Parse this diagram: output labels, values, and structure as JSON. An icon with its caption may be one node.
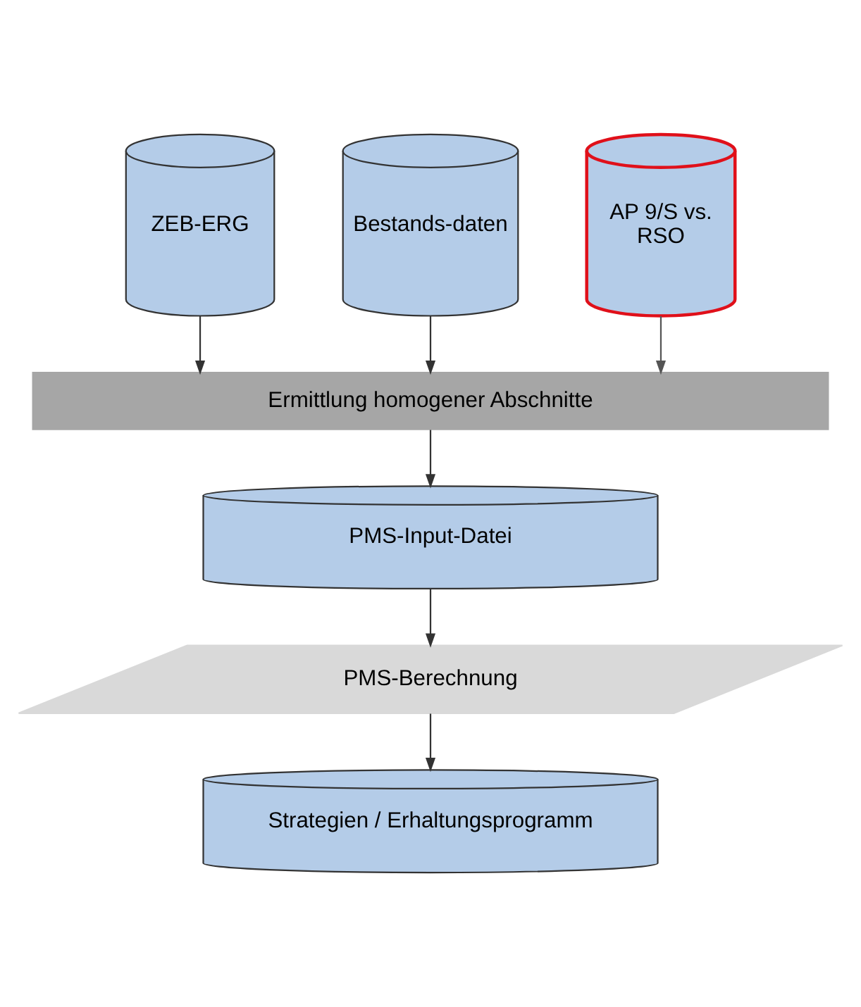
{
  "diagram": {
    "nodes": [
      {
        "text": [
          "ZEB-ERG"
        ]
      },
      {
        "text": [
          "Bestands-daten"
        ]
      },
      {
        "text": [
          "AP 9/S vs. RSO"
        ]
      },
      {
        "text": [
          "Ermittlung homogener Abschnitte"
        ]
      },
      {
        "text": [
          "PMS-Input-Datei"
        ]
      },
      {
        "text": [
          "PMS-Berechnung"
        ]
      },
      {
        "text": [
          "Strategien / Erhaltungsprogramm"
        ]
      }
    ],
    "edges": [
      {
        "from": 0,
        "to": 3,
        "arrow": "to"
      },
      {
        "from": 1,
        "to": 3,
        "arrow": "to"
      },
      {
        "from": 2,
        "to": 3,
        "arrow": "to",
        "color": "#555555"
      },
      {
        "from": 3,
        "to": 4,
        "arrow": "to"
      },
      {
        "from": 4,
        "to": 5,
        "arrow": "to"
      },
      {
        "from": 5,
        "to": 6,
        "arrow": "to"
      }
    ]
  }
}
